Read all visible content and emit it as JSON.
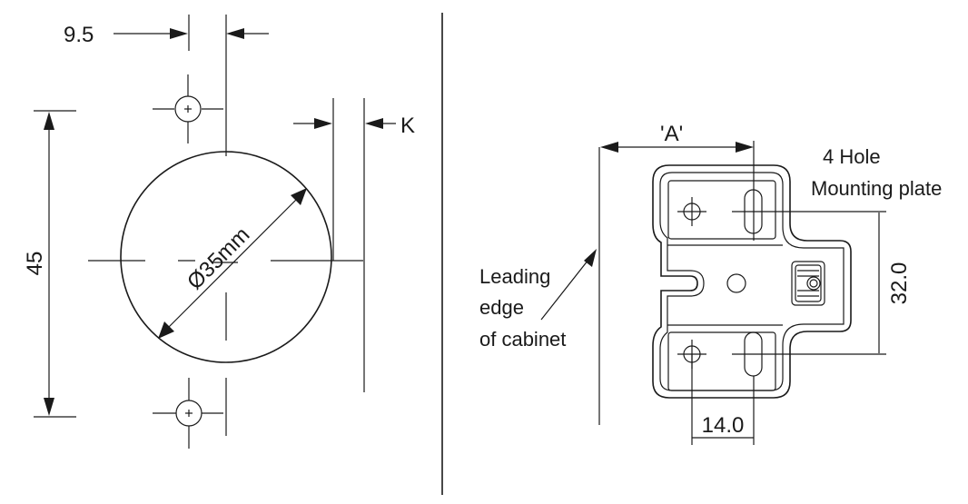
{
  "labels": {
    "offset": "9.5",
    "k": "K",
    "height": "45",
    "diameter": "Ø35mm",
    "a": "'A'",
    "plate_line1": "4 Hole",
    "plate_line2": "Mounting plate",
    "edge_line1": "Leading",
    "edge_line2": "edge",
    "edge_line3": "of cabinet",
    "spacing": "32.0",
    "width": "14.0"
  },
  "colors": {
    "ink": "#1a1a1a",
    "background": "#ffffff"
  }
}
